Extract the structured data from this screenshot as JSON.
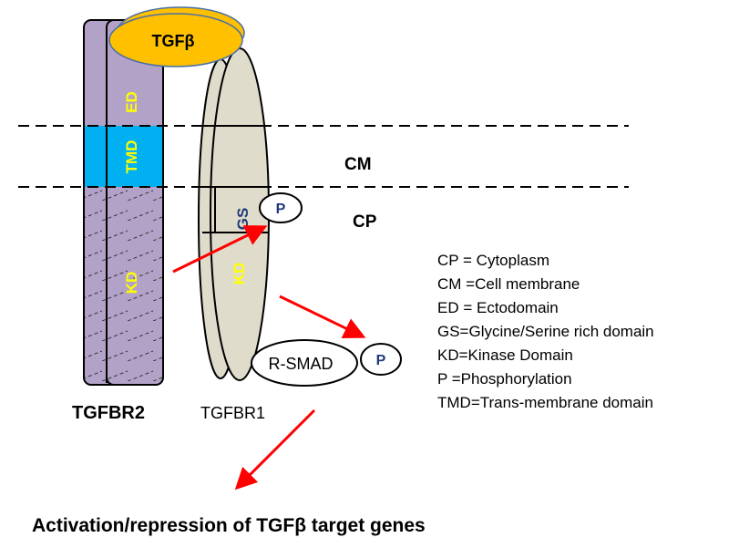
{
  "ligand": "TGFβ",
  "receptor2": {
    "name": "TGFBR2",
    "ed": "ED",
    "tmd": "TMD",
    "kd": "KD"
  },
  "receptor1": {
    "name": "TGFBR1",
    "gs": "GS",
    "kd": "KD"
  },
  "phospho": "P",
  "rsmad": "R-SMAD",
  "regions": {
    "cm": "CM",
    "cp": "CP"
  },
  "legend": [
    "CP = Cytoplasm",
    "CM =Cell membrane",
    "ED = Ectodomain",
    "GS=Glycine/Serine rich domain",
    "KD=Kinase Domain",
    "P =Phosphorylation",
    "TMD=Trans-membrane domain"
  ],
  "outcome": "Activation/repression of TGFβ target genes",
  "colors": {
    "receptor2": "#b3a2c8",
    "tmd": "#00b0f0",
    "ligand": "#ffc000",
    "receptor1": "#e0dccb",
    "arrow": "#ff0000",
    "label": "#ffff00",
    "p": "#1f3a7a"
  }
}
